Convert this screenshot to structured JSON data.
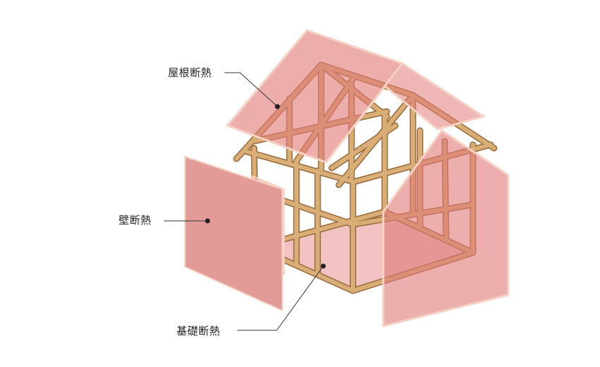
{
  "labels": {
    "roof": "屋根断熱",
    "wall": "壁断熱",
    "foundation": "基礎断熱"
  },
  "colors": {
    "panel": "#e39b98",
    "panel_alpha": "#e07a77",
    "panel_edge": "#f6d2c4",
    "wood": "#d8ad76",
    "wood_outline": "#9a6a3a",
    "leader": "#333333",
    "dot": "#222222"
  }
}
